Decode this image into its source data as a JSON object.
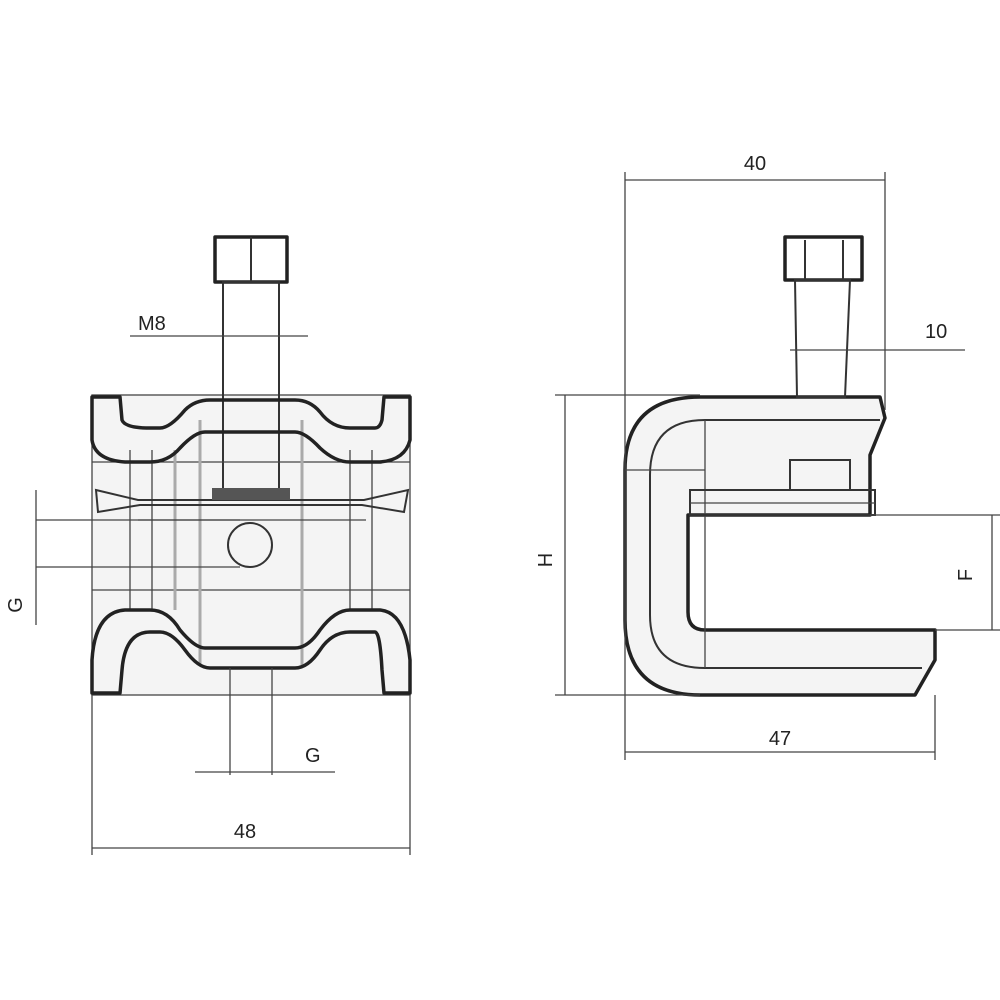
{
  "front_view": {
    "thread_label": "M8",
    "width_label": "48",
    "g_vertical_label": "G",
    "g_horizontal_label": "G"
  },
  "side_view": {
    "top_width_label": "40",
    "offset_label": "10",
    "height_label": "H",
    "opening_label": "F",
    "bottom_width_label": "47"
  }
}
